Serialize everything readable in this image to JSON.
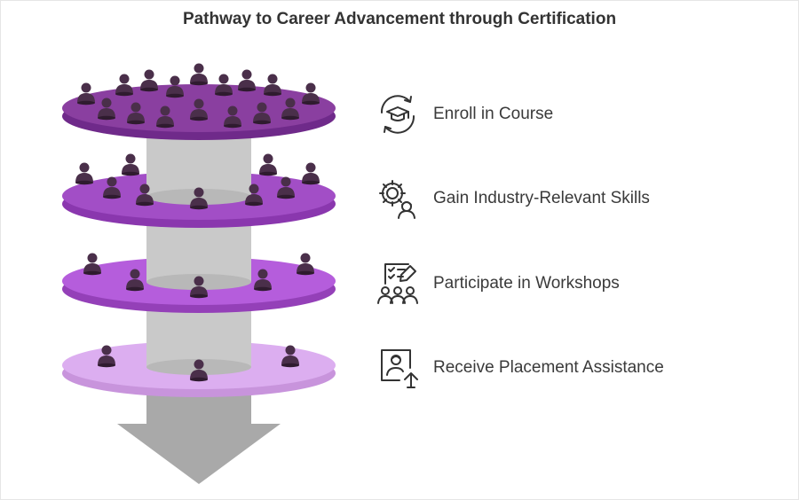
{
  "title": "Pathway to Career Advancement through Certification",
  "colors": {
    "cylinder": "#c9c9c9",
    "arrow": "#a9a9a9",
    "person": "#4a2f4a",
    "tiers": [
      "#8a3fa0",
      "#a24ec6",
      "#b257de",
      "#d9a8ef"
    ]
  },
  "steps": [
    {
      "label": "Enroll in Course",
      "icon": "graduation-cap-cycle-icon"
    },
    {
      "label": "Gain Industry-Relevant Skills",
      "icon": "gear-person-icon"
    },
    {
      "label": "Participate in Workshops",
      "icon": "group-checklist-icon"
    },
    {
      "label": "Receive Placement Assistance",
      "icon": "profile-upload-icon"
    }
  ]
}
